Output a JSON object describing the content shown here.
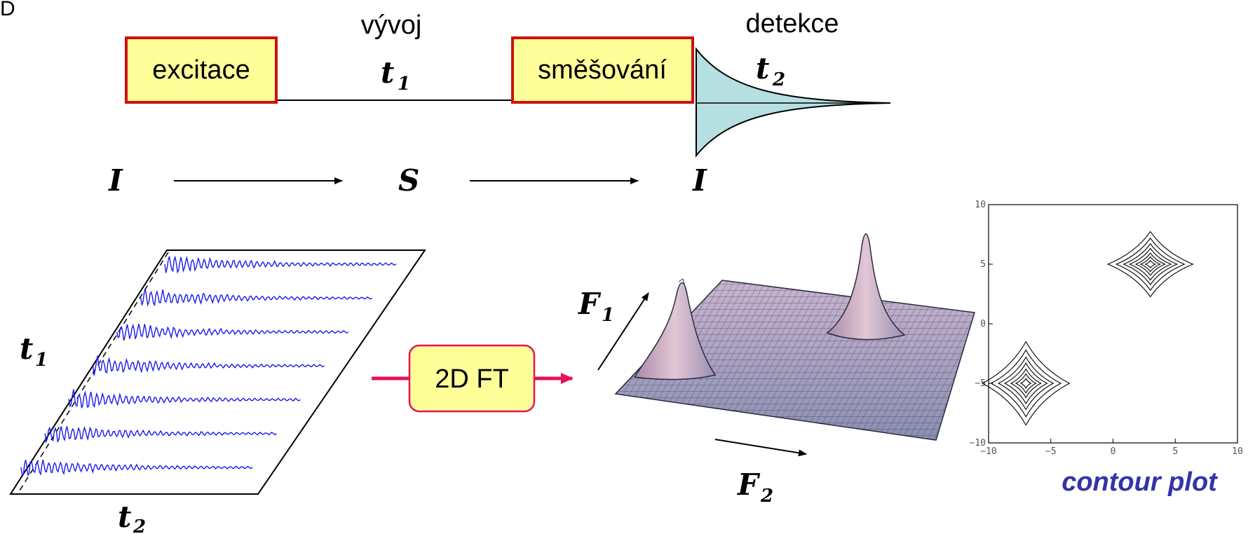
{
  "panel_label": "D",
  "pulse_sequence": {
    "excitation_label": "excitace",
    "evolution_label": "vývoj",
    "evolution_time": {
      "symbol": "t",
      "subscript": "1"
    },
    "mixing_label": "směšování",
    "detection_label": "detekce",
    "detection_time": {
      "symbol": "t",
      "subscript": "2"
    }
  },
  "transfer": {
    "start": "I",
    "middle": "S",
    "end": "I"
  },
  "fid_stack": {
    "axis_vertical": {
      "symbol": "t",
      "subscript": "1"
    },
    "axis_horizontal": {
      "symbol": "t",
      "subscript": "2"
    }
  },
  "transform_box": {
    "label": "2D FT"
  },
  "spectrum_3d": {
    "axis_f1": {
      "symbol": "F",
      "subscript": "1"
    },
    "axis_f2": {
      "symbol": "F",
      "subscript": "2"
    }
  },
  "contour_plot": {
    "caption": "contour plot",
    "x_ticks": [
      "−10",
      "−5",
      "0",
      "5",
      "10"
    ],
    "y_ticks": [
      "10",
      "5",
      "0",
      "−5",
      "−10"
    ],
    "peaks": [
      {
        "x": -7,
        "y": -5
      },
      {
        "x": 3,
        "y": 5
      }
    ]
  },
  "colors": {
    "box_fill": "#ffff99",
    "box_border": "#cc1111",
    "ft_border": "#e8105a",
    "fid_color": "#1a1aee",
    "decay_fill": "#b5dfe0",
    "caption_color": "#3333aa"
  }
}
